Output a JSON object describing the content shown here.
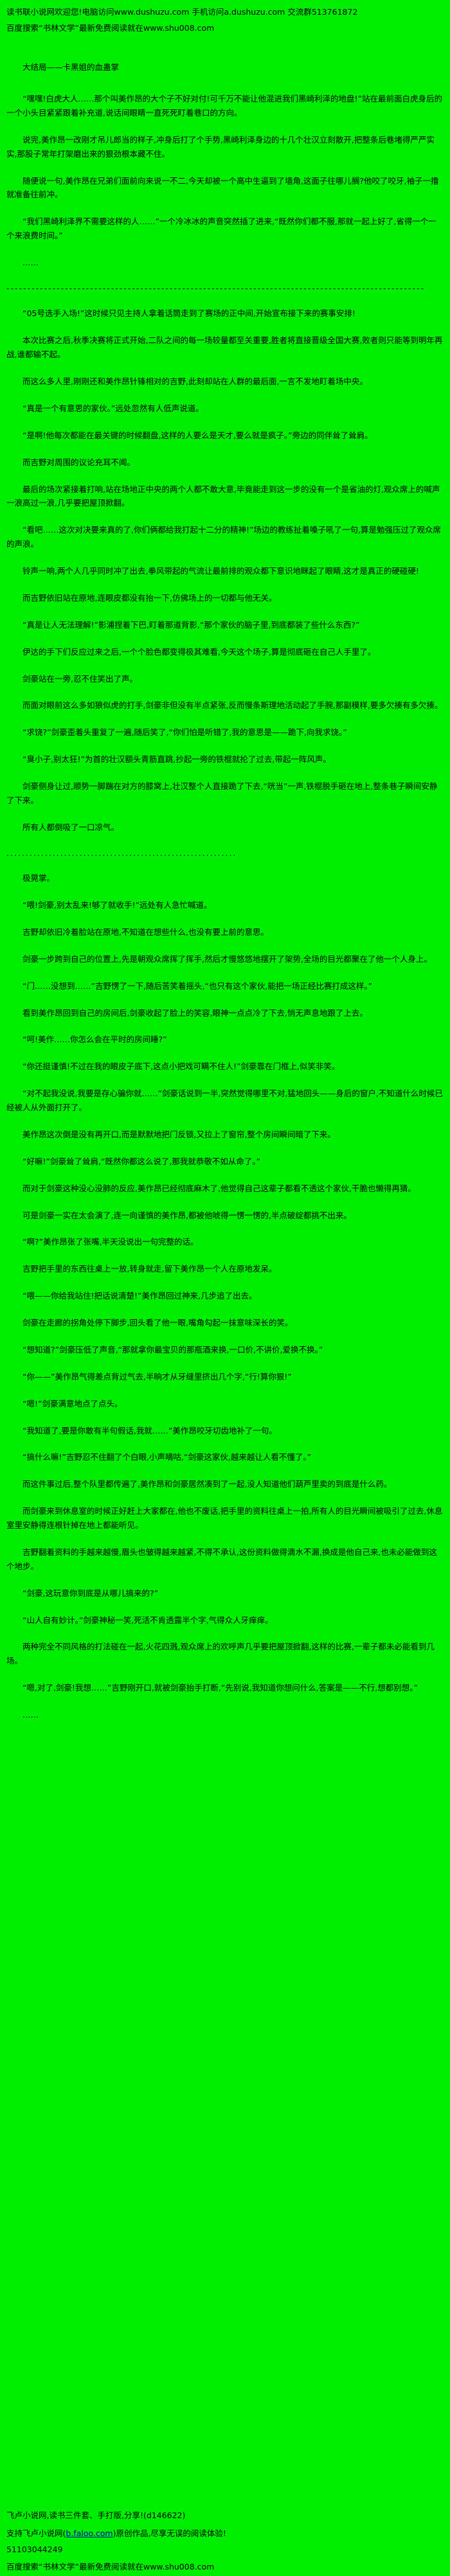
{
  "page": {
    "bg_color": "#00ee00",
    "text_color": "#000000"
  },
  "header": {
    "site_notice": "读书联小说网欢迎您!电脑访问www.dushuzu.com 手机访问a.dushuzu.com 交流群513761872",
    "baidu_notice": "百度搜索“书林文学”最新免费阅读就在www.shu008.com",
    "chapter_title": "大结局——卡黑姐的血蛊掌"
  },
  "content": {
    "paragraphs": [
      {
        "type": "text",
        "text": "“嘿嘿!白虎大人……那个叫美作昂的大个子不好对付!可千万不能让他混进我们黑崎利泽的地盘!”站在最前面白虎身后的一个小头目紧紧跟着补充道,说话间眼睛一直死死盯着巷口的方向。"
      },
      {
        "type": "text",
        "text": "说完,美作昂一改刚才吊儿郎当的样子,冲身后打了个手势,黑崎利泽身边的十几个壮汉立刻散开,把整条后巷堵得严严实实,那股子常年打架磨出来的狠劲根本藏不住。"
      },
      {
        "type": "text",
        "text": "随便说一句,美作昂在兄弟们面前向来说一不二,今天却被一个高中生逼到了墙角,这面子往哪儿搁?他咬了咬牙,袖子一撸就准备往前冲。"
      },
      {
        "type": "text",
        "text": "“我们黑崎利泽界不需要这样的人……”一个冷冰冰的声音突然插了进来,“既然你们都不服,那就一起上好了,省得一个一个来浪费时间。”"
      },
      {
        "type": "text",
        "text": "……"
      },
      {
        "type": "divider",
        "text": "----------------------------------------------------------------------------------------------------"
      },
      {
        "type": "text",
        "text": "“05号选手入场!”这时候只见主持人拿着话筒走到了赛场的正中间,开始宣布接下来的赛事安排!"
      },
      {
        "type": "text",
        "text": "本次比赛之后,秋季决赛将正式开始,二队之间的每一场较量都至关重要,胜者将直接晋级全国大赛,败者则只能等到明年再战,谁都输不起。"
      },
      {
        "type": "text",
        "text": "而这么多人里,刚刚还和美作昂针锋相对的吉野,此刻却站在人群的最后面,一言不发地盯着场中央。"
      },
      {
        "type": "text",
        "text": "“真是一个有意思的家伙。”远处忽然有人低声说道。"
      },
      {
        "type": "text",
        "text": "“是啊!他每次都能在最关键的时候翻盘,这样的人要么是天才,要么就是疯子。”旁边的同伴耸了耸肩。"
      },
      {
        "type": "text",
        "text": "而吉野对周围的议论充耳不闻。"
      },
      {
        "type": "text",
        "text": "最后的场次紧接着打响,站在场地正中央的两个人都不敢大意,毕竟能走到这一步的没有一个是省油的灯,观众席上的喊声一浪高过一浪,几乎要把屋顶掀翻。"
      },
      {
        "type": "text",
        "text": "“看吧……这次对决要来真的了,你们俩都给我打起十二分的精神!”场边的教练扯着嗓子吼了一句,算是勉强压过了观众席的声浪。"
      },
      {
        "type": "text",
        "text": "铃声一响,两个人几乎同时冲了出去,拳风带起的气流让最前排的观众都下意识地眯起了眼睛,这才是真正的硬碰硬!"
      },
      {
        "type": "text",
        "text": "而吉野依旧站在原地,连眼皮都没有抬一下,仿佛场上的一切都与他无关。"
      },
      {
        "type": "text",
        "text": "“真是让人无法理解!”影浦捏着下巴,盯着那道背影,“那个家伙的脑子里,到底都装了些什么东西?”"
      },
      {
        "type": "text",
        "text": "伊达的手下们反应过来之后,一个个脸色都变得极其难看,今天这个场子,算是彻底砸在自己人手里了。"
      },
      {
        "type": "text",
        "text": "剑豪站在一旁,忍不住笑出了声。"
      },
      {
        "type": "text",
        "text": "而面对眼前这么多如狼似虎的打手,剑豪非但没有半点紧张,反而慢条斯理地活动起了手腕,那副模样,要多欠揍有多欠揍。"
      },
      {
        "type": "text",
        "text": "“求饶?”剑豪歪着头重复了一遍,随后笑了,“你们怕是听错了,我的意思是——跪下,向我求饶。”"
      },
      {
        "type": "text",
        "text": "“臭小子,别太狂!”为首的壮汉额头青筋直跳,抄起一旁的铁棍就抡了过去,带起一阵风声。"
      },
      {
        "type": "text",
        "text": "剑豪侧身让过,顺势一脚踹在对方的膝窝上,壮汉整个人直接跪了下去,“咣当”一声,铁棍脱手砸在地上,整条巷子瞬间安静了下来。"
      },
      {
        "type": "text",
        "text": "所有人都倒吸了一口凉气。"
      },
      {
        "type": "divider",
        "text": "............................................................"
      },
      {
        "type": "text",
        "text": "极晃掌。"
      },
      {
        "type": "text",
        "text": "“喂!剑豪,别太乱来!够了就收手!”远处有人急忙喊道。"
      },
      {
        "type": "text",
        "text": "吉野却依旧冷着脸站在原地,不知道在想些什么,也没有要上前的意思。"
      },
      {
        "type": "text",
        "text": "剑豪一步跨到自己的位置上,先是朝观众席挥了挥手,然后才慢悠悠地摆开了架势,全场的目光都聚在了他一个人身上。"
      },
      {
        "type": "text",
        "text": "“门……没想到……”吉野愣了一下,随后苦笑着摇头,“也只有这个家伙,能把一场正经比赛打成这样。”"
      },
      {
        "type": "text",
        "text": "看到美作昂回到自己的房间后,剑豪收起了脸上的笑容,眼神一点点冷了下去,悄无声息地跟了上去。"
      },
      {
        "type": "text",
        "text": "“呵!美作……你怎么会在平时的房间睡?”"
      },
      {
        "type": "text",
        "text": "“你还挺谨慎!不过在我的眼皮子底下,这点小把戏可瞒不住人!”剑豪靠在门框上,似笑非笑。"
      },
      {
        "type": "text",
        "text": "“对不起我没说,我要是存心骗你就……”剑豪话说到一半,突然觉得哪里不对,猛地回头——身后的窗户,不知道什么时候已经被人从外面打开了。"
      },
      {
        "type": "text",
        "text": "美作昂这次倒是没有再开口,而是默默地把门反锁,又拉上了窗帘,整个房间瞬间暗了下来。"
      },
      {
        "type": "text",
        "text": "“好嘛!”剑豪耸了耸肩,“既然你都这么说了,那我就恭敬不如从命了。”"
      },
      {
        "type": "text",
        "text": "而对于剑豪这种没心没肺的反应,美作昂已经彻底麻木了,他觉得自己这辈子都看不透这个家伙,干脆也懒得再猜。"
      },
      {
        "type": "text",
        "text": "可是剑豪一实在太会演了,连一向谨慎的美作昂,都被他唬得一愣一愣的,半点破绽都挑不出来。"
      },
      {
        "type": "text",
        "text": "“啊?”美作昂张了张嘴,半天没说出一句完整的话。"
      },
      {
        "type": "text",
        "text": "吉野把手里的东西往桌上一放,转身就走,留下美作昂一个人在原地发呆。"
      },
      {
        "type": "text",
        "text": "“喂——你给我站住!把话说清楚!”美作昂回过神来,几步追了出去。"
      },
      {
        "type": "text",
        "text": "剑豪在走廊的拐角处停下脚步,回头看了他一眼,嘴角勾起一抹意味深长的笑。"
      },
      {
        "type": "text",
        "text": "“想知道?”剑豪压低了声音,“那就拿你最宝贝的那瓶酒来换,一口价,不讲价,爱换不换。”"
      },
      {
        "type": "text",
        "text": "“你——”美作昂气得差点背过气去,半晌才从牙缝里挤出几个字,“行!算你狠!”"
      },
      {
        "type": "text",
        "text": "“嗯!”剑豪满意地点了点头。"
      },
      {
        "type": "text",
        "text": "“我知道了,要是你敢有半句假话,我就……”美作昂咬牙切齿地补了一句。"
      },
      {
        "type": "text",
        "text": "“搞什么嘛!”吉野忍不住翻了个白眼,小声嘀咕,“剑豪这家伙,越来越让人看不懂了。”"
      },
      {
        "type": "text",
        "text": "而这件事过后,整个队里都传遍了,美作昂和剑豪居然凑到了一起,没人知道他们葫芦里卖的到底是什么药。"
      },
      {
        "type": "text",
        "text": "而剑豪来到休息室的时候正好赶上大家都在,他也不废话,把手里的资料往桌上一拍,所有人的目光瞬间被吸引了过去,休息室里安静得连根针掉在地上都能听见。"
      },
      {
        "type": "text",
        "text": "吉野翻着资料的手越来越慢,眉头也皱得越来越紧,不得不承认,这份资料做得滴水不漏,换成是他自己来,也未必能做到这个地步。"
      },
      {
        "type": "text",
        "text": "“剑豪,这玩意你到底是从哪儿搞来的?”"
      },
      {
        "type": "text",
        "text": "“山人自有妙计。”剑豪神秘一笑,死活不肯透露半个字,气得众人牙痒痒。"
      },
      {
        "type": "text",
        "text": "两种完全不同风格的打法碰在一起,火花四溅,观众席上的欢呼声几乎要把屋顶掀翻,这样的比赛,一辈子都未必能看到几场。"
      },
      {
        "type": "text",
        "text": "“嗯,对了,剑豪!我想……”吉野刚开口,就被剑豪抬手打断,“先别说,我知道你想问什么,答案是——不行,想都别想。”"
      },
      {
        "type": "text",
        "text": "……"
      }
    ]
  },
  "footer": {
    "share_line": "飞卢小说网,读书三件套、手打版,分享!(d146622)",
    "support_prefix": "支持飞卢小说网(",
    "support_link": "b.faloo.com",
    "support_suffix": ")原创作品,尽享无误的阅读体验!",
    "code_number": "51103044249",
    "baidu_notice": "百度搜索“书林文学”最新免费阅读就在www.shu008.com"
  }
}
